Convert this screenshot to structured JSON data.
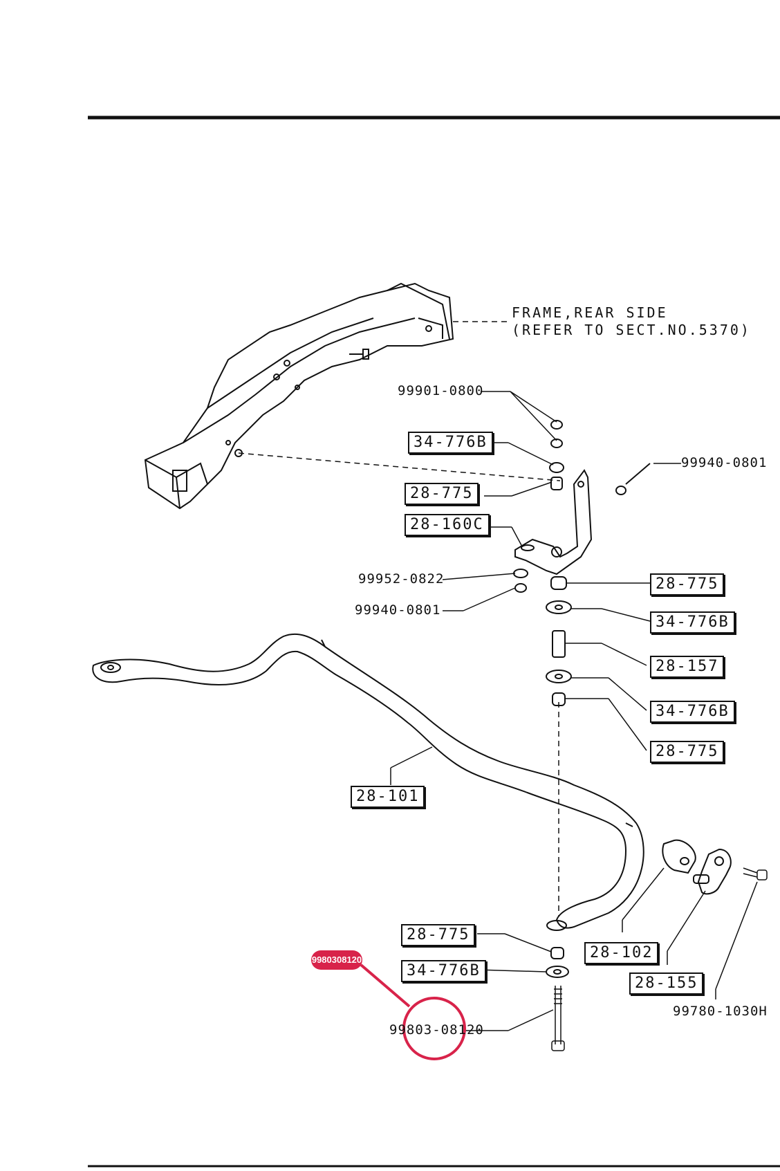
{
  "frame_note": {
    "line1": "FRAME,REAR SIDE",
    "line2": "(REFER TO SECT.NO.5370)"
  },
  "part_labels": {
    "p1": "99901-0800",
    "p2": "34-776B",
    "p3": "99940-0801",
    "p4": "28-775",
    "p5": "28-160C",
    "p6": "99952-0822",
    "p7": "99940-0801",
    "p8": "28-775",
    "p9": "34-776B",
    "p10": "28-157",
    "p11": "34-776B",
    "p12": "28-775",
    "p13": "28-101",
    "p14": "28-775",
    "p15": "34-776B",
    "p16": "28-102",
    "p17": "28-155",
    "p18": "99780-1030H",
    "p19": "99803-08120"
  },
  "highlight": {
    "badge_text": "9980308120",
    "color": "#d8234a"
  }
}
